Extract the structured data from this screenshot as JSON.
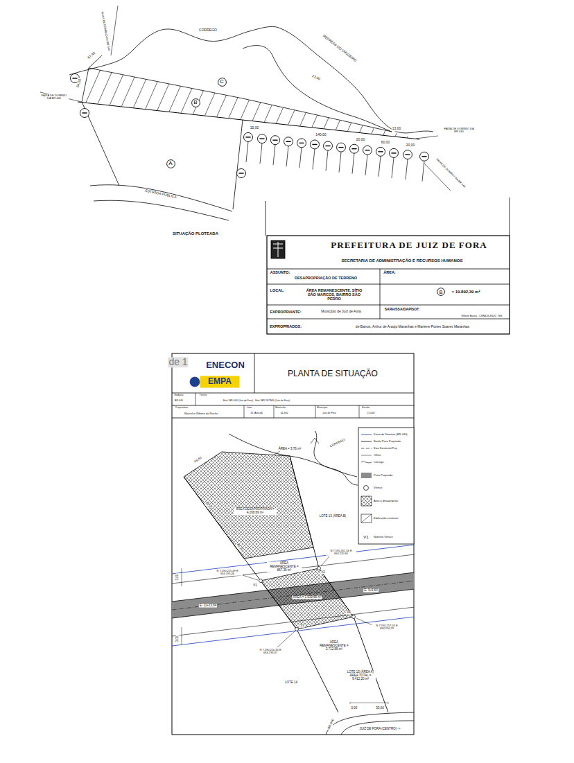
{
  "diagram": {
    "nodes": [
      {
        "text": [
          "C"
        ]
      },
      {
        "text": [
          "B"
        ]
      },
      {
        "text": [
          "A"
        ]
      },
      {
        "text": [
          "B"
        ]
      }
    ],
    "labels": [
      "CORREGO",
      "REPRESA DO CRUZEIRO",
      "13,00",
      "FAIXA DE DOMÍNIO DA BR 440",
      "67,40",
      "54,00",
      "FAIXA DE DOMÍNIO DA BR 440",
      "15,00",
      "140,00",
      "20,00",
      "60,00",
      "20,00",
      "13,00",
      "FAIXA DE DOMÍNIO DA BR 440",
      "FAIXA DE DOMÍNIO DA BR 440",
      "ESTRADA PÚBLICA",
      "SITUAÇÃO PLOTEADA",
      "PREFEITURA DE JUIZ DE FORA",
      "SECRETARIA DE ADMINISTRAÇÃO E RECURSOS HUMANOS",
      "ASSUNTO:",
      "DESAPROPRIAÇÃO DE TERRENO",
      "ÁREA:",
      "LOCAL:",
      "ÁREA REMANESCENTE, SÍTIO SÃO MARCOS, BAIRRO SÃO PEDRO",
      "= 19.892,39 m²",
      "EXPROPRIANTE:",
      "Município de Juiz de Fora",
      "SARH/SSA/DAPISOT:",
      "William Barros - CREA 46.850/D - MG",
      "EXPROPRIADOS:",
      "de Barros, Arthur de Araújo Maranhas e Marlene Portes Soares Maranhas",
      "de 1",
      "ENECON",
      "EMPA",
      "PLANTA DE SITUAÇÃO",
      "Rodovia",
      "BR-440",
      "Trecho",
      "Entr° BR-040 (Juiz de Fora) - Entr° BR-267/MG (Juiz de Fora)",
      "Proprietário",
      "Marcelus Ribeiro da Rocha",
      "Lote:",
      "13 (Área A)",
      "Matrícula:",
      "44.300",
      "Município:",
      "Juiz de Fora",
      "Escala:",
      "1:1000",
      "ÁREA = 3,76 m²",
      "CÓRREGO",
      "69,40",
      "88,90",
      "ÁREA DESAPROPRIADA = 4.268,69 m²",
      "LOTE 13 (ÁREA B)",
      "48,35",
      "N 7.590.261,34 E 664.220,90",
      "ÁREA REMANESCENTE = 867,35 m²",
      "N 7.590.225,49 E 664.195,46",
      "V1",
      "V2",
      "ÁREA = 1.539,65 m²",
      "E- 11+13,64",
      "E- 9+9,64",
      "V4",
      "N 7.590.257,03 E 664.256,79",
      "V3",
      "ÁREA REMANESCENTE = 2.712,55 m²",
      "N 7.590.220,35 E 664.233,37",
      "LOTE 13 (ÁREA A) ÁREA TOTAL = 9.412,20 m²",
      "LOTE 14",
      "3,00",
      "3,00",
      "0,00",
      "30,00",
      "BR-040",
      "JUIZ DE FORA (CENTRO) ->",
      "V1"
    ],
    "legend": [
      {
        "text": "Faixa de Domínio (BR-440)"
      },
      {
        "text": "Borda Pista Projetada"
      },
      {
        "text": "Eixo Existente/Proj"
      },
      {
        "text": "Offset"
      },
      {
        "text": "Córrego"
      },
      {
        "text": "Pista Projetada",
        "color": "#8c8c8c"
      },
      {
        "text": "Vértice"
      },
      {
        "text": "Área a desapropriar"
      },
      {
        "text": "Edificação existente"
      },
      {
        "text": "Número Vértice"
      }
    ]
  }
}
